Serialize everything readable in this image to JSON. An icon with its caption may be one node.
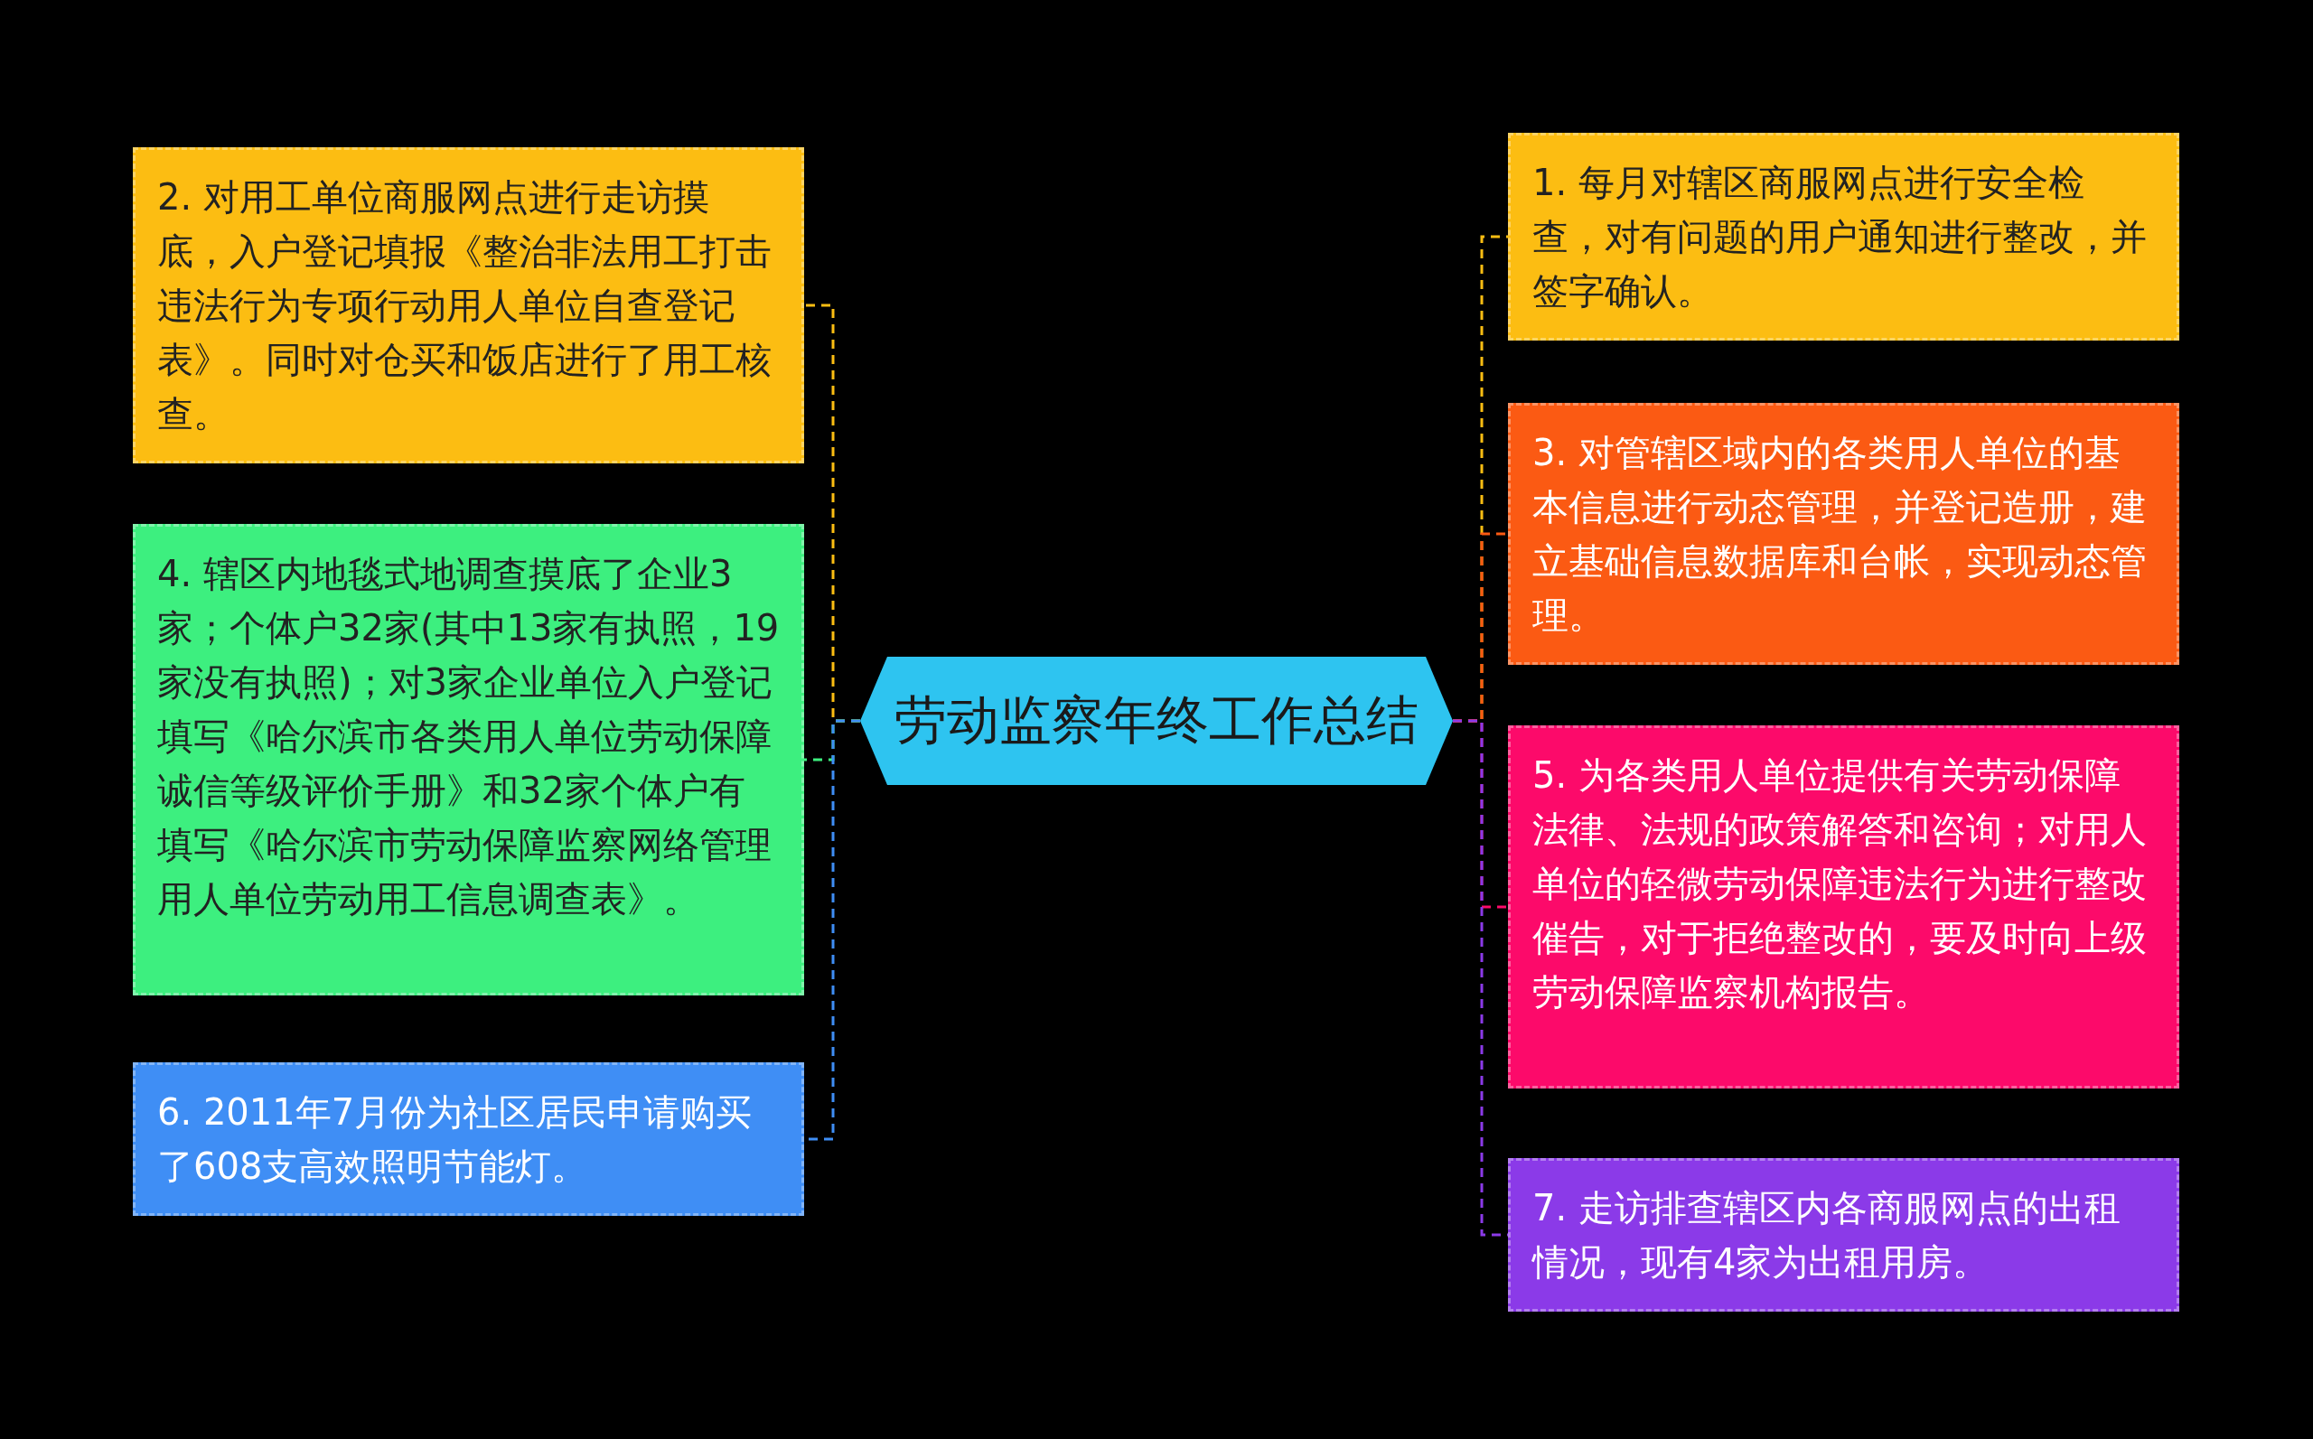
{
  "diagram": {
    "nodes": [
      {
        "text": [
          "劳动监察年终工作总结"
        ]
      },
      {
        "text": [
          "1. 每月对辖区商服网点进行安全检查，对有问题的用户通知进行整改，并签字确认。"
        ]
      },
      {
        "text": [
          "2. 对用工单位商服网点进行走访摸底，入户登记填报《整治非法用工打击违法行为专项行动用人单位自查登记表》。同时对仓买和饭店进行了用工核查。"
        ]
      },
      {
        "text": [
          "3. 对管辖区域内的各类用人单位的基本信息进行动态管理，并登记造册，建立基础信息数据库和台帐，实现动态管理。"
        ]
      },
      {
        "text": [
          "4. 辖区内地毯式地调查摸底了企业3家；个体户32家(其中13家有执照，19家没有执照)；对3家企业单位入户登记填写《哈尔滨市各类用人单位劳动保障诚信等级评价手册》和32家个体户有填写《哈尔滨市劳动保障监察网络管理用人单位劳动用工信息调查表》。"
        ]
      },
      {
        "text": [
          "5. 为各类用人单位提供有关劳动保障法律、法规的政策解答和咨询；对用人单位的轻微劳动保障违法行为进行整改催告，对于拒绝整改的，要及时向上级劳动保障监察机构报告。"
        ]
      },
      {
        "text": [
          "6. 2011年7月份为社区居民申请购买了608支高效照明节能灯。"
        ]
      },
      {
        "text": [
          "7. 走访排查辖区内各商服网点的出租情况，现有4家为出租用房。"
        ]
      }
    ],
    "edges": [
      {
        "from": 0,
        "to": 1,
        "arrow": "none",
        "style": "dashed",
        "color": "#fcbd12"
      },
      {
        "from": 0,
        "to": 2,
        "arrow": "none",
        "style": "dashed",
        "color": "#fcbd12"
      },
      {
        "from": 0,
        "to": 3,
        "arrow": "none",
        "style": "dashed",
        "color": "#fb5a13"
      },
      {
        "from": 0,
        "to": 4,
        "arrow": "none",
        "style": "dashed",
        "color": "#3def7f"
      },
      {
        "from": 0,
        "to": 5,
        "arrow": "none",
        "style": "dashed",
        "color": "#fc0a6a"
      },
      {
        "from": 0,
        "to": 6,
        "arrow": "none",
        "style": "dashed",
        "color": "#3f8ef5"
      },
      {
        "from": 0,
        "to": 7,
        "arrow": "none",
        "style": "dashed",
        "color": "#8b3ae8"
      }
    ]
  }
}
